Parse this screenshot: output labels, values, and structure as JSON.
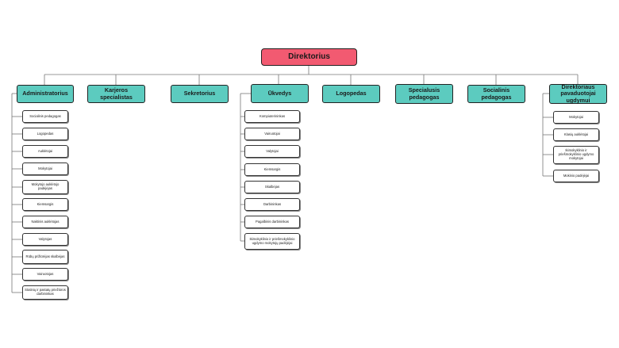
{
  "root": {
    "label": "Direktorius"
  },
  "departments": [
    {
      "label": "Administratorius",
      "children": [
        "Socialinis pedagogas",
        "Logopedas",
        "Auklėtojai",
        "Mokytojai",
        "Mokytojo auklėtojo padėjėjas",
        "Kiemsargis",
        "Naktinis auklėtojas",
        "Valytojas",
        "Rūbų prižiūrėjas skalbėjas",
        "Vairuotojas",
        "Statinių ir pastatų priežiūros darbininkas"
      ]
    },
    {
      "label": "Karjeros specialistas",
      "children": []
    },
    {
      "label": "Sekretorius",
      "children": []
    },
    {
      "label": "Ūkvedys",
      "children": [
        "Kompiuterininkas",
        "Vairuotojai",
        "Valytojai",
        "Kiemsargis",
        "Skalbėjas",
        "Darbininkas",
        "Pagalbinis darbininkas",
        "Ikimokyklinio ir priešmokyklinio ugdymo mokytojų padėjėjai"
      ]
    },
    {
      "label": "Logopedas",
      "children": []
    },
    {
      "label": "Specialusis pedagogas",
      "children": []
    },
    {
      "label": "Socialinis pedagogas",
      "children": []
    },
    {
      "label": "Direktoriaus pavaduotojai ugdymui",
      "children": [
        "Mokytojai",
        "Klasių auklėtojai",
        "Ikimokyklinio ir priešmokyklinio ugdymo mokytojai",
        "Mokinio padėjėjai"
      ]
    }
  ]
}
